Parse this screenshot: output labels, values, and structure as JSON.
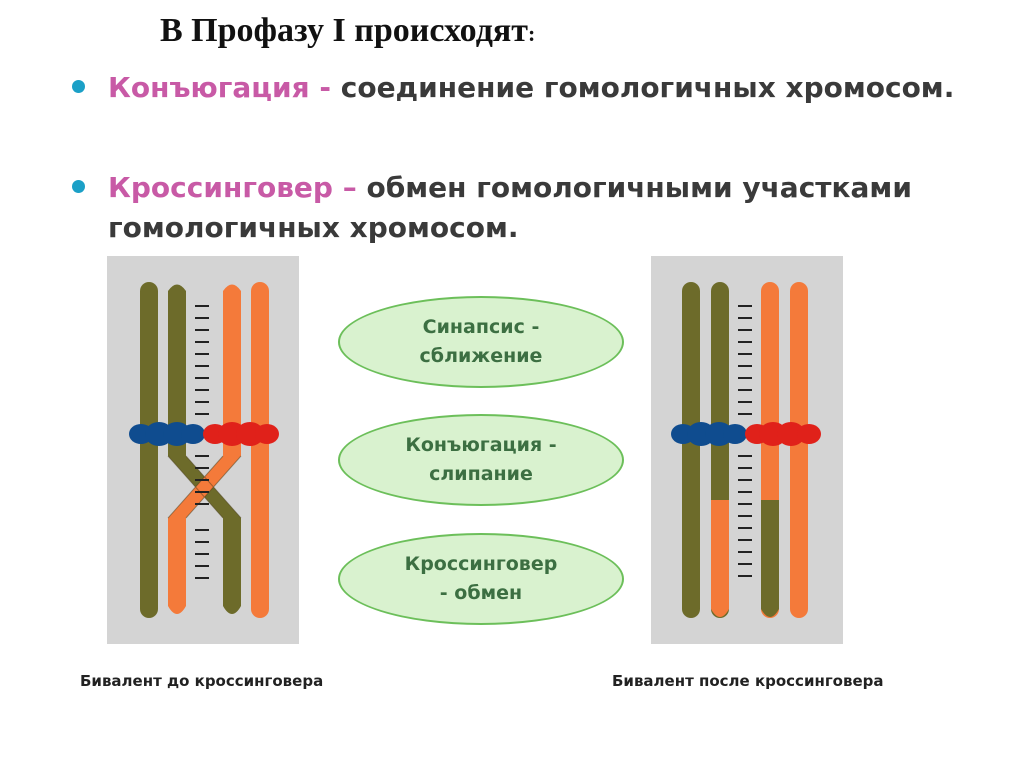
{
  "slide": {
    "title": "В Профазу  I происходят",
    "title_colon": ":"
  },
  "bullets": [
    {
      "term": "Конъюгация -",
      "text": " соединение гомологичных хромосом."
    },
    {
      "term": "Кроссинговер –",
      "text": " обмен гомологичными участками гомологичных хромосом."
    }
  ],
  "stages": [
    {
      "label": "Синапсис -\nсближение"
    },
    {
      "label": "Конъюгация -\nслипание"
    },
    {
      "label": "Кроссинговер\n- обмен"
    }
  ],
  "captions": {
    "before": "Бивалент до кроссинговера",
    "after": "Бивалент после кроссинговера"
  },
  "colors": {
    "bullet_dot": "#1ba0c7",
    "term": "#c85aa6",
    "chromatid_olive": "#6d6b2a",
    "chromatid_orange": "#f47a3a",
    "centromere_blue": "#0f4c8f",
    "centromere_red": "#e0211a",
    "oval_fill": "#d9f2cf",
    "oval_border": "#6cbf5a"
  }
}
